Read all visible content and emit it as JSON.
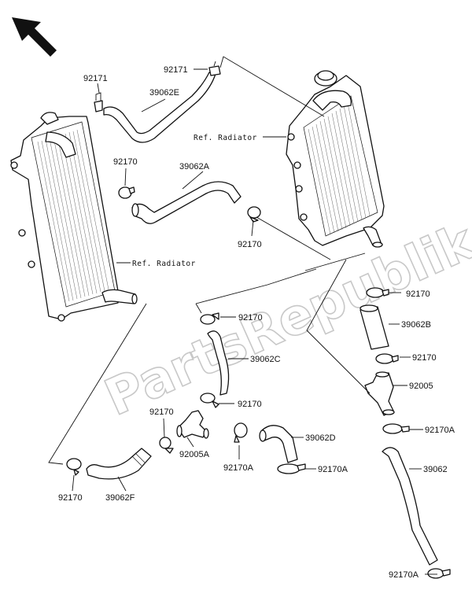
{
  "watermark": "PartsRepublik",
  "labels": {
    "p92171_top": "92171",
    "p92171_left": "92171",
    "p39062E": "39062E",
    "ref_radiator_right": "Ref. Radiator",
    "ref_radiator_left": "Ref. Radiator",
    "p92170_a": "92170",
    "p39062A": "39062A",
    "p92170_b": "92170",
    "p92170_c": "92170",
    "p39062B": "39062B",
    "p92170_d": "92170",
    "p92005": "92005",
    "p92170_e": "92170",
    "p39062C": "39062C",
    "p92170_f": "92170",
    "p92170_g": "92170",
    "p92170A_a": "92170A",
    "p39062D": "39062D",
    "p92005A": "92005A",
    "p92170A_b": "92170A",
    "p92170A_c": "92170A",
    "p39062": "39062",
    "p92170_h": "92170",
    "p39062F": "39062F",
    "p92170A_d": "92170A"
  }
}
